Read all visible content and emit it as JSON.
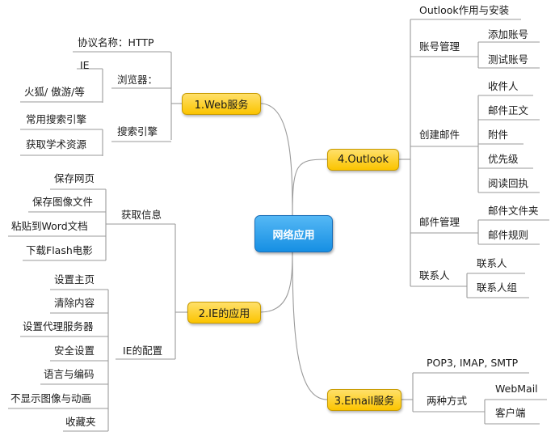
{
  "center": "网络应用",
  "branches": {
    "web": {
      "title": "1.Web服务",
      "protocol": "协议名称：HTTP",
      "browser": "浏览器：",
      "browser_items": [
        "IE",
        "火狐/ 傲游/等"
      ],
      "search": "搜索引擎",
      "search_items": [
        "常用搜索引擎",
        "获取学术资源"
      ]
    },
    "ie": {
      "title": "2.IE的应用",
      "get_info": "获取信息",
      "get_info_items": [
        "保存网页",
        "保存图像文件",
        "粘贴到Word文档",
        "下载Flash电影"
      ],
      "config": "IE的配置",
      "config_items": [
        "设置主页",
        "清除内容",
        "设置代理服务器",
        "安全设置",
        "语言与编码",
        "不显示图像与动画",
        "收藏夹"
      ]
    },
    "email": {
      "title": "3.Email服务",
      "protocols": "POP3, IMAP, SMTP",
      "ways": "两种方式",
      "ways_items": [
        "WebMail",
        "客户端"
      ]
    },
    "outlook": {
      "title": "4.Outlook",
      "install": "Outlook作用与安装",
      "account": "账号管理",
      "account_items": [
        "添加账号",
        "测试账号"
      ],
      "create_mail": "创建邮件",
      "create_mail_items": [
        "收件人",
        "邮件正文",
        "附件",
        "优先级",
        "阅读回执"
      ],
      "mail_manage": "邮件管理",
      "mail_manage_items": [
        "邮件文件夹",
        "邮件规则"
      ],
      "contacts": "联系人",
      "contacts_items": [
        "联系人",
        "联系人组"
      ]
    }
  },
  "colors": {
    "center": "#168fe3",
    "main_topic": "#fbc400",
    "line": "#999999"
  }
}
